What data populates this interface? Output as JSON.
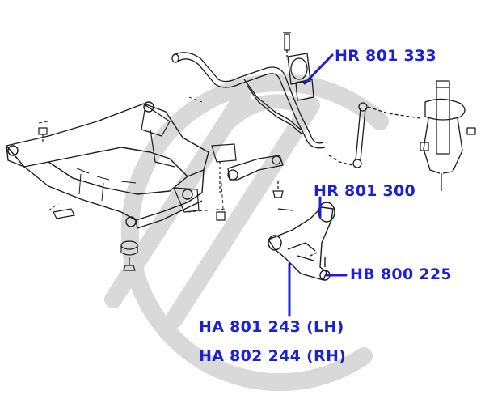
{
  "colors": {
    "label": "#1a1fd8",
    "leader": "#1a1fd8",
    "drawing": "#1c1c1c",
    "watermark": "#d9d9d9",
    "background": "#ffffff"
  },
  "labels": {
    "stabilizer_bushing": "HR 801 333",
    "lower_arm_bushing": "HR 801 300",
    "ball_joint": "HB 800 225",
    "lower_arm_lh": "HA 801 243 (LH)",
    "lower_arm_rh": "HA 802 244 (RH)"
  },
  "watermark": {
    "icon": "brand-logo-watermark"
  }
}
